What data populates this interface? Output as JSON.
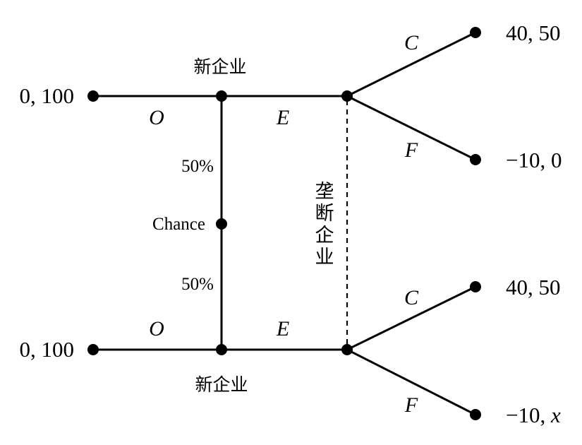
{
  "diagram": {
    "players": {
      "entrant_top": "新企业",
      "entrant_bottom": "新企业",
      "chance": "Chance",
      "incumbent_chars": [
        "垄",
        "断",
        "企",
        "业"
      ]
    },
    "probabilities": {
      "upper": "50%",
      "lower": "50%"
    },
    "actions": {
      "top_out": "O",
      "top_enter": "E",
      "bottom_out": "O",
      "bottom_enter": "E",
      "top_cooperate": "C",
      "top_fight": "F",
      "bottom_cooperate": "C",
      "bottom_fight": "F"
    },
    "payoffs": {
      "top_out": "0, 100",
      "bottom_out": "0, 100",
      "top_cooperate": "40, 50",
      "top_fight": "−10, 0",
      "bottom_cooperate": "40, 50",
      "bottom_fight_prefix": "−10, ",
      "bottom_fight_variable": "x"
    }
  }
}
